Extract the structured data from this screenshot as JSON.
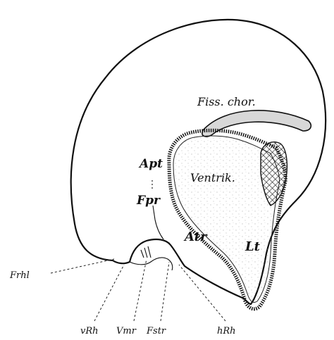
{
  "labels": {
    "fiss_chor": "Fiss. chor.",
    "apt": "Apt",
    "ventrik": "Ventrik.",
    "fpr": "Fpr",
    "atr": "Atr",
    "lt": "Lt",
    "frhl": "Frhl",
    "vrh": "vRh",
    "vmr": "Vmr",
    "fstr": "Fstr",
    "hrh": "hRh"
  }
}
